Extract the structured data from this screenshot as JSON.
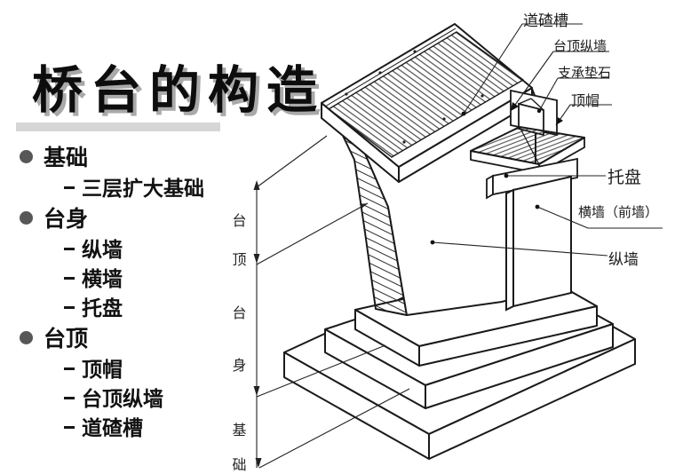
{
  "title": "桥台的构造",
  "outline": {
    "items": [
      {
        "level": 1,
        "text": "基础"
      },
      {
        "level": 2,
        "text": "三层扩大基础"
      },
      {
        "level": 1,
        "text": "台身"
      },
      {
        "level": 2,
        "text": "纵墙"
      },
      {
        "level": 2,
        "text": "横墙"
      },
      {
        "level": 2,
        "text": "托盘"
      },
      {
        "level": 1,
        "text": "台顶"
      },
      {
        "level": 2,
        "text": "顶帽"
      },
      {
        "level": 2,
        "text": "台顶纵墙"
      },
      {
        "level": 2,
        "text": "道碴槽"
      }
    ]
  },
  "diagram": {
    "callouts": {
      "ballast_trough": "道碴槽",
      "top_longitudinal_wall": "台顶纵墙",
      "bearing_pad_stone": "支承垫石",
      "top_cap": "顶帽",
      "tray": "托盘",
      "transverse_front_wall": "横墙（前墙）",
      "longitudinal_wall": "纵墙"
    },
    "dimension_labels": {
      "top": "台顶",
      "body": "台身",
      "foundation": "基础"
    },
    "colors": {
      "line": "#1a1a1a",
      "background": "#ffffff",
      "bullet": "#575757",
      "title_shadow": "#a9a9a9"
    }
  }
}
